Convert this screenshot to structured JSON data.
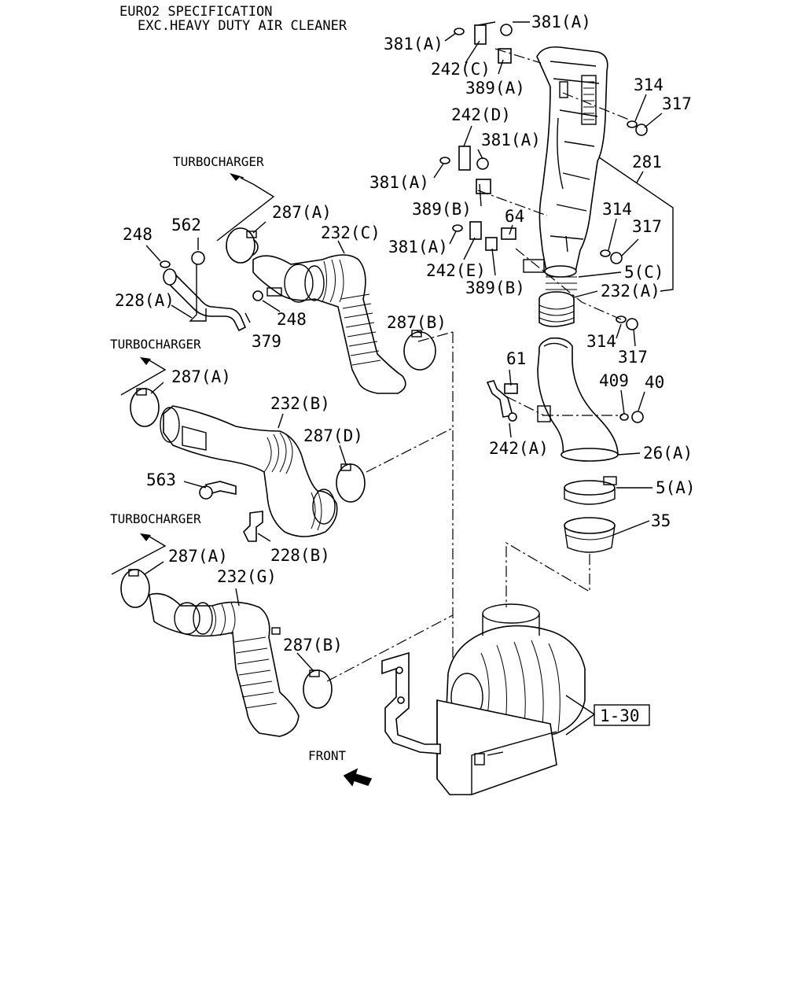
{
  "header": {
    "line1": "EURO2 SPECIFICATION",
    "line2": "EXC.HEAVY DUTY AIR CLEANER"
  },
  "notes": {
    "turbo1": "TURBOCHARGER",
    "turbo2": "TURBOCHARGER",
    "turbo3": "TURBOCHARGER",
    "front": "FRONT",
    "ref_box": "1-30"
  },
  "labels": {
    "l381a_1": "381(A)",
    "l381a_2": "381(A)",
    "l242c": "242(C)",
    "l389a": "389(A)",
    "l314_1": "314",
    "l317_1": "317",
    "l242d": "242(D)",
    "l381a_3": "381(A)",
    "l381a_4": "381(A)",
    "l281": "281",
    "l389b_1": "389(B)",
    "l64": "64",
    "l314_2": "314",
    "l317_2": "317",
    "l381a_5": "381(A)",
    "l242e": "242(E)",
    "l389b_2": "389(B)",
    "l5c": "5(C)",
    "l232a": "232(A)",
    "l314_3": "314",
    "l317_3": "317",
    "l287a_1": "287(A)",
    "l232c": "232(C)",
    "l248_1": "248",
    "l562": "562",
    "l228a": "228(A)",
    "l248_2": "248",
    "l379": "379",
    "l287b_1": "287(B)",
    "l287a_2": "287(A)",
    "l232b": "232(B)",
    "l287d": "287(D)",
    "l563": "563",
    "l228b": "228(B)",
    "l61": "61",
    "l409": "409",
    "l40": "40",
    "l242a": "242(A)",
    "l26a": "26(A)",
    "l5a": "5(A)",
    "l35": "35",
    "l287a_3": "287(A)",
    "l232g": "232(G)",
    "l287b_2": "287(B)"
  }
}
